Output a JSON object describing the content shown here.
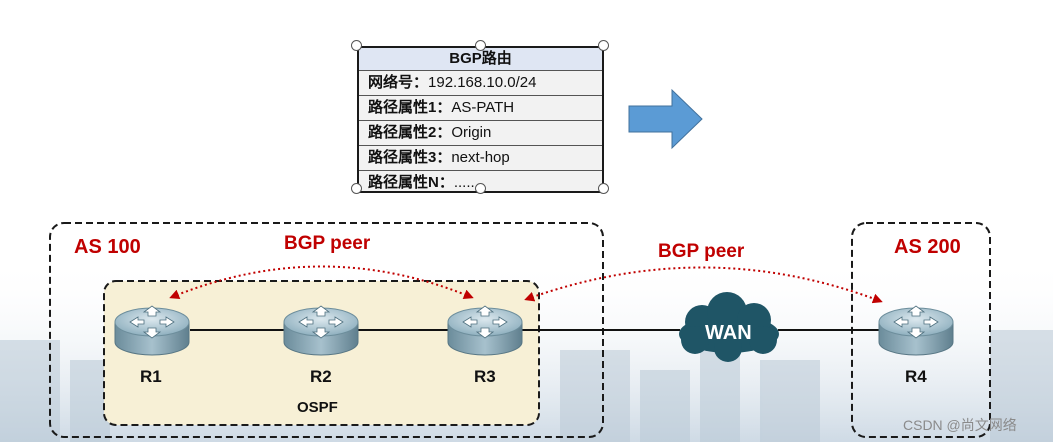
{
  "route_table": {
    "title": "BGP路由",
    "rows": [
      {
        "label": "网络号：",
        "value": "192.168.10.0/24"
      },
      {
        "label": "路径属性1：",
        "value": "AS-PATH"
      },
      {
        "label": "路径属性2：",
        "value": "Origin"
      },
      {
        "label": "路径属性3：",
        "value": "next-hop"
      },
      {
        "label": "路径属性N：",
        "value": "......"
      }
    ]
  },
  "arrow_icon": "right-arrow",
  "as_domains": [
    {
      "label": "AS 100"
    },
    {
      "label": "AS 200"
    }
  ],
  "ospf_label": "OSPF",
  "bgp_peers": [
    {
      "label": "BGP peer"
    },
    {
      "label": "BGP peer"
    }
  ],
  "routers": [
    {
      "name": "R1"
    },
    {
      "name": "R2"
    },
    {
      "name": "R3"
    },
    {
      "name": "R4"
    }
  ],
  "wan_label": "WAN",
  "watermark": "CSDN @尚文网络",
  "colors": {
    "peer_red": "#c00000",
    "ospf_fill": "#f7f0d6",
    "router_blue": "#8aa9b8",
    "cloud": "#1f5566",
    "arrow": "#5b9bd5"
  }
}
